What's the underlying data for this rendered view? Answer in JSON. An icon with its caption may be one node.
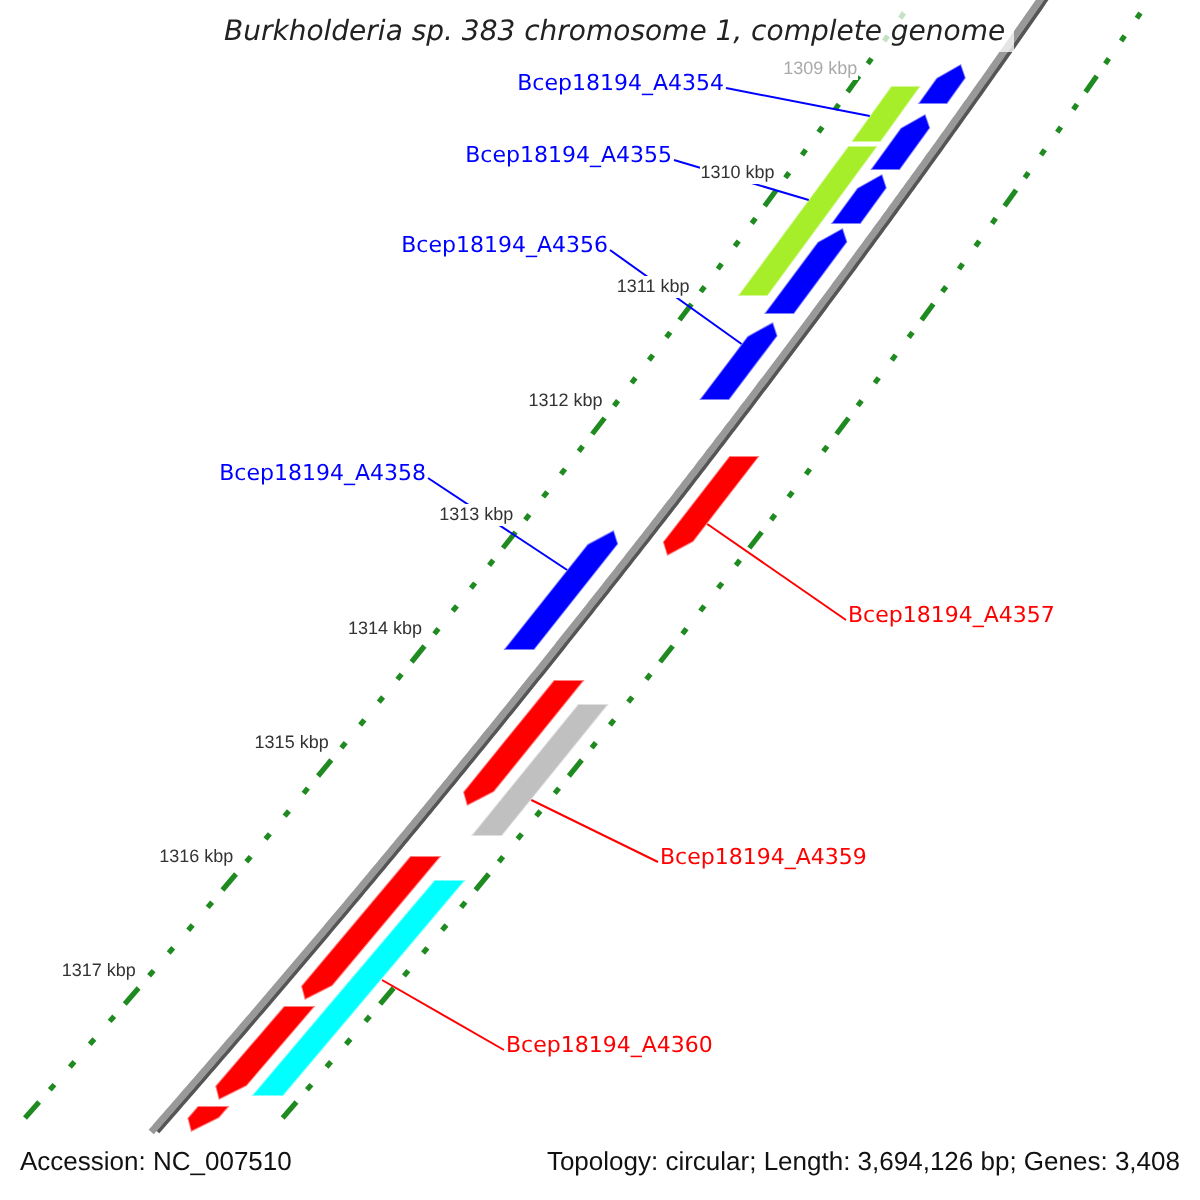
{
  "diagram": {
    "title": "Burkholderia sp. 383 chromosome 1, complete genome",
    "nodes": [
      {
        "text": [
          "Bcep18194_A4354"
        ]
      },
      {
        "text": [
          "Bcep18194_A4355"
        ]
      },
      {
        "text": [
          "Bcep18194_A4356"
        ]
      },
      {
        "text": [
          "Bcep18194_A4358"
        ]
      },
      {
        "text": [
          "Bcep18194_A4357"
        ]
      },
      {
        "text": [
          "Bcep18194_A4359"
        ]
      },
      {
        "text": [
          "Bcep18194_A4360"
        ]
      },
      {
        "text": [],
        "shape": "arrow"
      },
      {
        "text": [],
        "shape": "bar"
      },
      {
        "text": [],
        "shape": "arrow"
      },
      {
        "text": [],
        "shape": "bar"
      },
      {
        "text": [],
        "shape": "arrow"
      },
      {
        "text": [],
        "shape": "arrow"
      },
      {
        "text": [],
        "shape": "arrow"
      },
      {
        "text": [],
        "shape": "arrow"
      },
      {
        "text": [],
        "shape": "arrow"
      },
      {
        "text": [],
        "shape": "arrow"
      },
      {
        "text": [],
        "shape": "bar"
      },
      {
        "text": [],
        "shape": "arrow"
      },
      {
        "text": [],
        "shape": "bar"
      },
      {
        "text": [],
        "shape": "arrow"
      },
      {
        "text": [],
        "shape": "arrow"
      }
    ],
    "edges": [
      {
        "from": 0,
        "to": 8,
        "arrow": "none"
      },
      {
        "from": 1,
        "to": 10,
        "arrow": "none"
      },
      {
        "from": 2,
        "to": 13,
        "arrow": "none"
      },
      {
        "from": 3,
        "to": 15,
        "arrow": "none"
      },
      {
        "from": 4,
        "to": 14,
        "arrow": "none",
        "color": "#ff0000"
      },
      {
        "from": 5,
        "to": 17,
        "arrow": "none",
        "color": "#ff0000"
      },
      {
        "from": 6,
        "to": 19,
        "arrow": "none",
        "color": "#ff0000"
      }
    ],
    "labels": [
      "1309 kbp",
      "1310 kbp",
      "1311 kbp",
      "1312 kbp",
      "1313 kbp",
      "1314 kbp",
      "1315 kbp",
      "1316 kbp",
      "1317 kbp",
      "Accession: NC_007510",
      "Topology: circular; Length: 3,694,126 bp; Genes: 3,408"
    ]
  }
}
